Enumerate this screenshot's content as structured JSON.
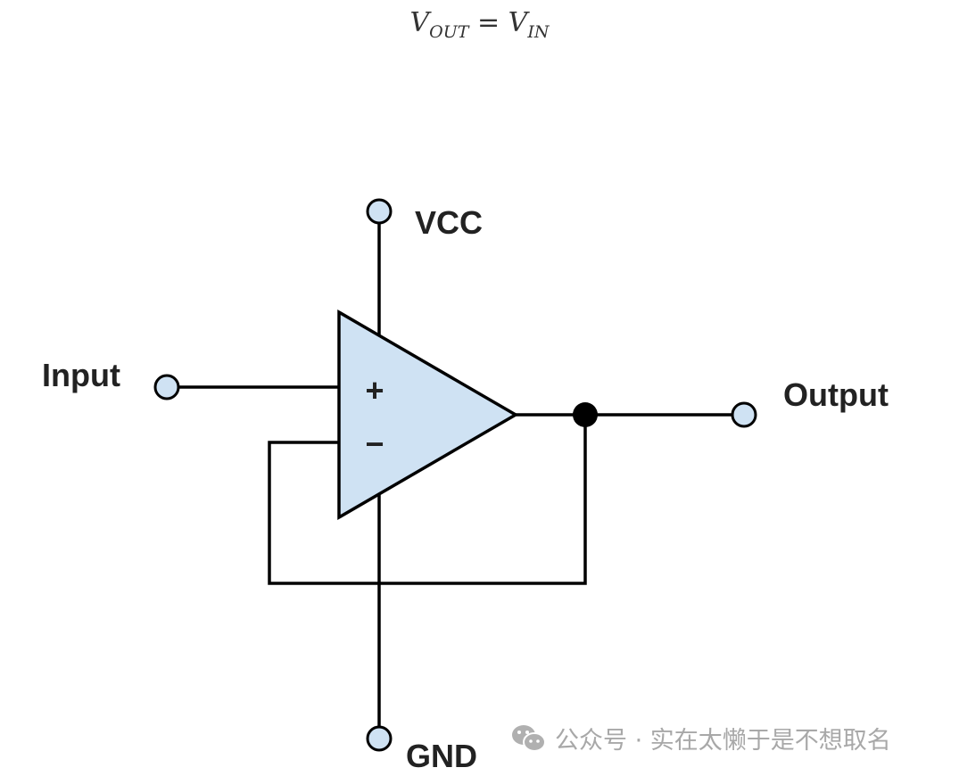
{
  "formula": {
    "lhs_var": "V",
    "lhs_sub": "OUT",
    "op": "=",
    "rhs_var": "V",
    "rhs_sub": "IN"
  },
  "diagram": {
    "labels": {
      "vcc": "VCC",
      "gnd": "GND",
      "input": "Input",
      "output": "Output",
      "plus": "+",
      "minus": "−"
    },
    "colors": {
      "amp_fill": "#cfe2f3",
      "terminal_fill": "#cfe2f3",
      "wire": "#000000"
    }
  },
  "watermark": {
    "icon": "wechat-icon",
    "text": "公众号 · 实在太懒于是不想取名"
  }
}
